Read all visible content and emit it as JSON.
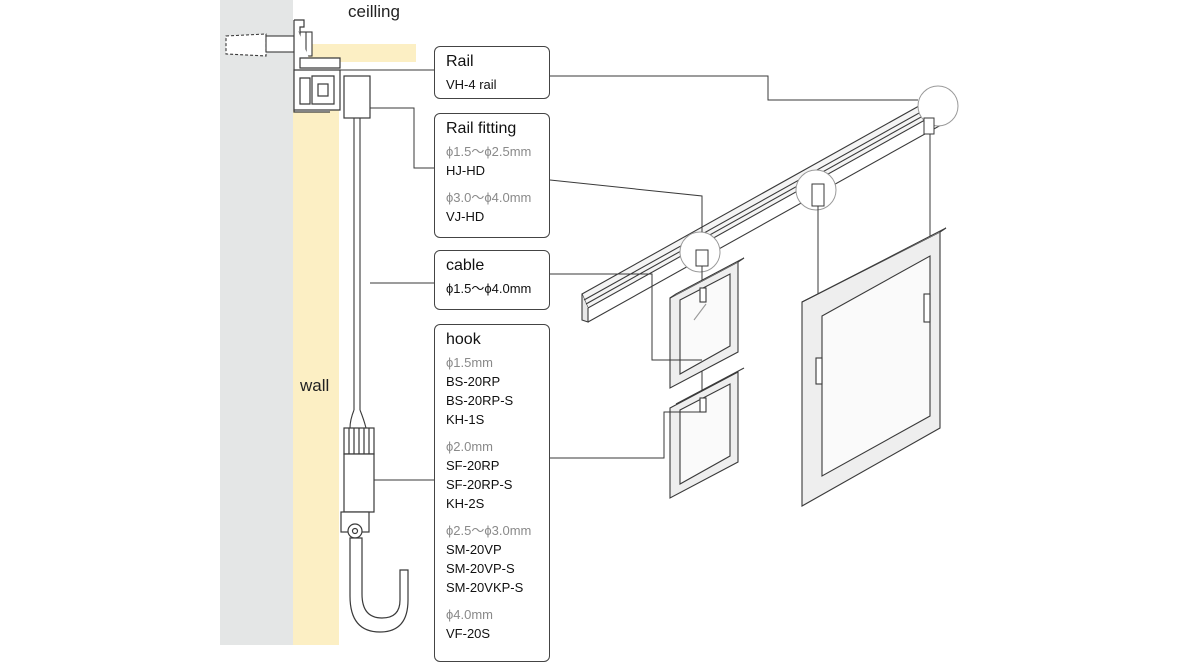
{
  "labels": {
    "ceiling": "ceilling",
    "wall": "wall"
  },
  "boxes": [
    {
      "title": "Rail",
      "lines": [
        {
          "text": "VH-4 rail",
          "kind": "model"
        }
      ]
    },
    {
      "title": "Rail fitting",
      "lines": [
        {
          "text": "ϕ1.5〜ϕ2.5mm",
          "kind": "size"
        },
        {
          "text": "HJ-HD",
          "kind": "model"
        },
        {
          "text": "",
          "kind": "gap"
        },
        {
          "text": "ϕ3.0〜ϕ4.0mm",
          "kind": "size"
        },
        {
          "text": "VJ-HD",
          "kind": "model"
        }
      ]
    },
    {
      "title": "cable",
      "lines": [
        {
          "text": "ϕ1.5〜ϕ4.0mm",
          "kind": "model"
        }
      ]
    },
    {
      "title": "hook",
      "lines": [
        {
          "text": "ϕ1.5mm",
          "kind": "size"
        },
        {
          "text": "BS-20RP",
          "kind": "model"
        },
        {
          "text": "BS-20RP-S",
          "kind": "model"
        },
        {
          "text": "KH-1S",
          "kind": "model"
        },
        {
          "text": "",
          "kind": "gap"
        },
        {
          "text": "ϕ2.0mm",
          "kind": "size"
        },
        {
          "text": "SF-20RP",
          "kind": "model"
        },
        {
          "text": "SF-20RP-S",
          "kind": "model"
        },
        {
          "text": "KH-2S",
          "kind": "model"
        },
        {
          "text": "",
          "kind": "gap"
        },
        {
          "text": "ϕ2.5〜ϕ3.0mm",
          "kind": "size"
        },
        {
          "text": "SM-20VP",
          "kind": "model"
        },
        {
          "text": "SM-20VP-S",
          "kind": "model"
        },
        {
          "text": "SM-20VKP-S",
          "kind": "model"
        },
        {
          "text": "",
          "kind": "gap"
        },
        {
          "text": "ϕ4.0mm",
          "kind": "size"
        },
        {
          "text": "VF-20S",
          "kind": "model"
        }
      ]
    }
  ],
  "colors": {
    "wall": "#e4e6e6",
    "wall_finish": "#fcefc4",
    "line": "#3a3a3a",
    "rail": "#f4f4f4"
  }
}
